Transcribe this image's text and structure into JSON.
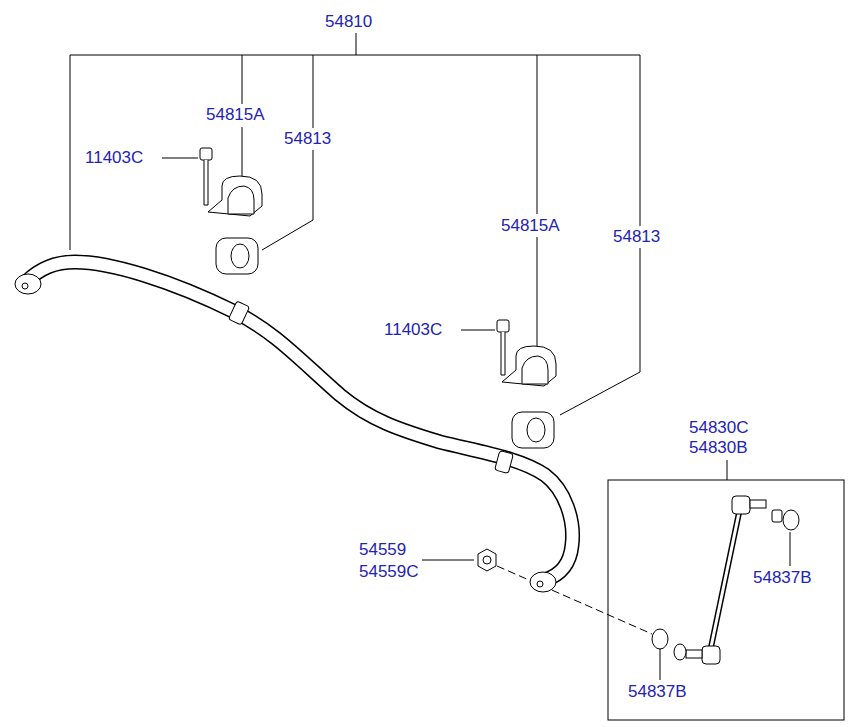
{
  "diagram": {
    "labels": [
      "54810",
      "54815A",
      "54813",
      "11403C",
      "54815A",
      "54813",
      "11403C",
      "54830C",
      "54830B",
      "54559",
      "54559C",
      "54837B",
      "54837B"
    ]
  }
}
